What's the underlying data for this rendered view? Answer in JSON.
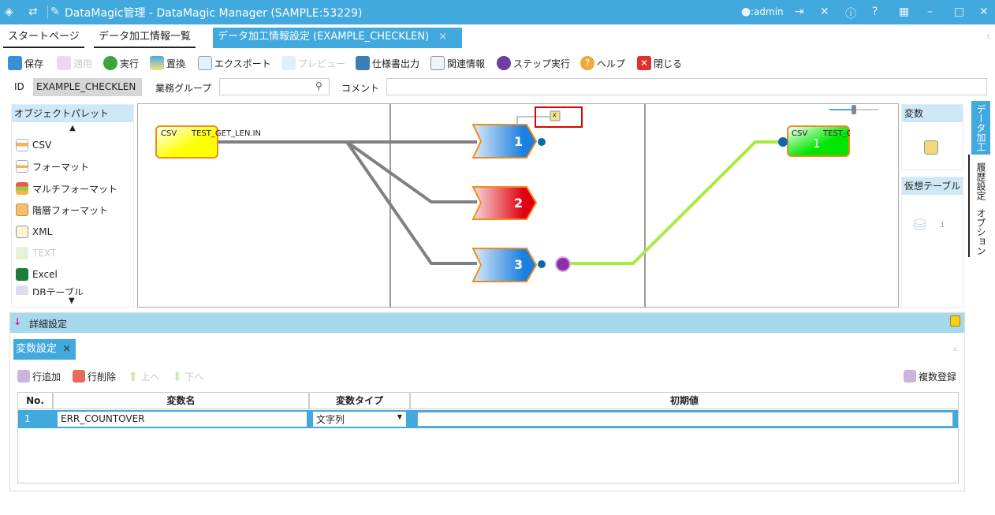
{
  "window": {
    "title": "DataMagic管理 - DataMagic Manager (SAMPLE:53229)",
    "user": ":admin"
  },
  "tabs": [
    {
      "label": "スタートページ"
    },
    {
      "label": "データ加工情報一覧"
    },
    {
      "label": "データ加工情報設定 (EXAMPLE_CHECKLEN)",
      "close": "×"
    }
  ],
  "toolbar": {
    "save": "保存",
    "apply": "適用",
    "run": "実行",
    "replace": "置換",
    "export": "エクスポート",
    "preview": "プレビュー",
    "spec_output": "仕様書出力",
    "related": "関連情報",
    "step_run": "ステップ実行",
    "help": "ヘルプ",
    "close": "閉じる"
  },
  "form": {
    "id_label": "ID",
    "id_value": "EXAMPLE_CHECKLEN",
    "group_label": "業務グループ",
    "group_value": "",
    "comment_label": "コメント",
    "comment_value": ""
  },
  "palette": {
    "title": "オブジェクトパレット",
    "up": "▲",
    "down": "▼",
    "items": [
      "CSV",
      "フォーマット",
      "マルチフォーマット",
      "階層フォーマット",
      "XML",
      "TEXT",
      "Excel",
      "DBテーブル"
    ]
  },
  "canvas": {
    "input_node": {
      "type": "CSV",
      "name": "TEST_GET_LEN.IN"
    },
    "filters": [
      "1",
      "2",
      "3"
    ],
    "output_node": {
      "type": "CSV",
      "name": "TEST_GE",
      "num": "1"
    },
    "var_marker": "x"
  },
  "right_panel": {
    "variables": "変数",
    "virtual_table": "仮想テーブル",
    "virtual_count": "1"
  },
  "side_tabs": [
    "データ加工",
    "履歴設定",
    "オプション"
  ],
  "detail": {
    "title": "詳細設定",
    "subtab": "変数設定",
    "subtab_close": "×",
    "add_row": "行追加",
    "del_row": "行削除",
    "up": "上へ",
    "down": "下へ",
    "bulk": "複数登録",
    "columns": [
      "No.",
      "変数名",
      "変数タイプ",
      "初期値"
    ],
    "rows": [
      {
        "no": "1",
        "name": "ERR_COUNTOVER",
        "type": "文字列",
        "init": ""
      }
    ]
  },
  "colors": {
    "accent": "#41a9de",
    "panel": "#a6d8ee",
    "highlight": "#e00000"
  }
}
